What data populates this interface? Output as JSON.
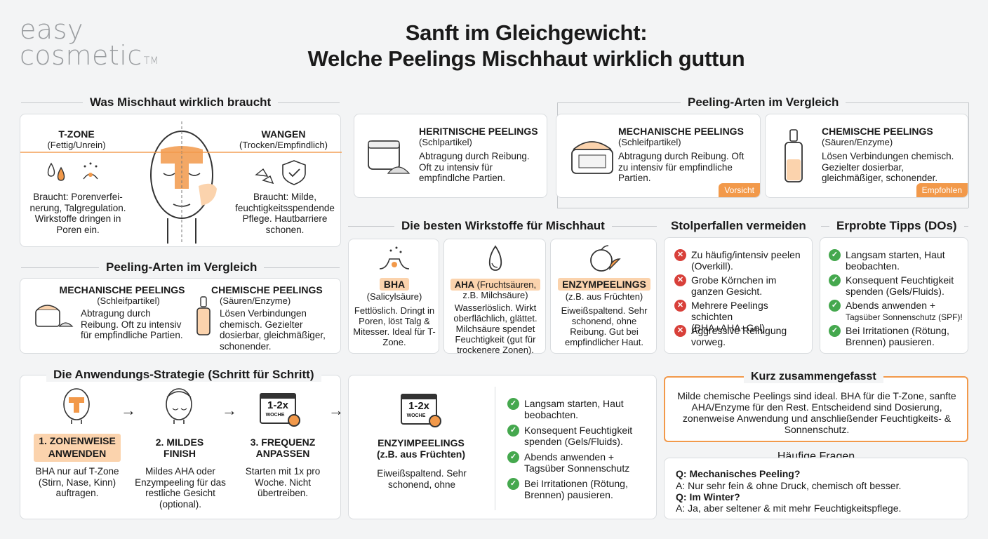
{
  "logo": {
    "line1": "easy",
    "line2": "cosmetic",
    "tm": "TM"
  },
  "title": {
    "line1": "Sanft im Gleichgewicht:",
    "line2": "Welche Peelings Mischhaut wirklich guttun"
  },
  "needs": {
    "title": "Was Mischhaut wirklich braucht",
    "tzone": {
      "title": "T-ZONE",
      "sub": "(Fettig/Unrein)",
      "text": "Braucht: Porenverfei-nerung, Talgregulation. Wirkstoffe dringen in Poren ein."
    },
    "cheeks": {
      "title": "WANGEN",
      "sub": "(Trocken/Empfindlich)",
      "text": "Braucht: Milde, feuchtigkeitsspendende Pflege. Hautbarriere schonen."
    }
  },
  "compare_left": {
    "title": "Peeling-Arten im Vergleich",
    "mech": {
      "title": "MECHANISCHE PEELINGS",
      "sub": "(Schleifpartikel)",
      "text": "Abtragung durch Reibung. Oft zu intensiv für empfindliche Partien."
    },
    "chem": {
      "title": "CHEMISCHE PEELINGS",
      "sub": "(Säuren/Enzyme)",
      "text": "Lösen Verbindungen chemisch. Gezielter dosierbar, gleichmäßiger, schonender."
    }
  },
  "heritnic": {
    "title": "HERITNISCHE PEELINGS",
    "sub": "(Schlpartikel)",
    "text": "Abtragung durch Reibung. Oft zu intensiv für empfindlche Partien."
  },
  "compare_right": {
    "title": "Peeling-Arten im Vergleich",
    "mech": {
      "title": "MECHANISCHE PEELINGS",
      "sub": "(Schleifpartikel)",
      "text": "Abtragung durch Reibung. Oft zu intensiv für empfindliche Partien.",
      "tag": "Vorsicht"
    },
    "chem": {
      "title": "CHEMISCHE PEELINGS",
      "sub": "(Säuren/Enzyme)",
      "text": "Lösen Verbindungen chemisch. Gezielter dosierbar, gleichmäßiger, schonender.",
      "tag": "Empfohlen"
    }
  },
  "actives": {
    "title": "Die besten Wirkstoffe für Mischhaut",
    "bha": {
      "name": "BHA",
      "sub": "(Salicylsäure)",
      "text": "Fettlöslich. Dringt in Poren, löst Talg & Mitesser. Ideal für T-Zone."
    },
    "aha": {
      "name": "AHA",
      "name_rest": " (Fruchtsäuren,",
      "sub": "z.B. Milchsäure)",
      "text": "Wasserlöslich. Wirkt oberflächlich, glättet. Milchsäure spendet Feuchtigkeit (gut für trockenere Zonen)."
    },
    "enzyme": {
      "name": "ENZYMPEELINGS",
      "sub": "(z.B. aus Früchten)",
      "text": "Eiweißspaltend. Sehr schonend, ohne Reibung. Gut bei empfindlicher Haut."
    }
  },
  "pitfalls": {
    "title": "Stolperfallen vermeiden",
    "items": [
      "Zu häufig/intensiv peelen (Overkill).",
      "Grobe Körnchen im ganzen Gesicht.",
      "Mehrere Peelings schichten (BHA+AHA+Gel).",
      "Aggressive Reinigung vorweg."
    ]
  },
  "tips": {
    "title": "Erprobte Tipps (DOs)",
    "items": [
      "Langsam starten, Haut beobachten.",
      "Konsequent Feuchtigkeit spenden (Gels/Fluids).",
      "Abends anwenden +",
      "Tagsüber Sonnenschutz (SPF)!",
      "Bei Irritationen (Rötung, Brennen) pausieren."
    ]
  },
  "strategy": {
    "title": "Die Anwendungs-Strategie (Schritt für Schritt)",
    "steps": [
      {
        "title": "1. ZONENWEISE ANWENDEN",
        "text": "BHA nur auf T-Zone (Stirn, Nase, Kinn) auftragen."
      },
      {
        "title": "2. MILDES FINISH",
        "text": "Mildes AHA oder Enzympeeling für das restliche Gesicht (optional)."
      },
      {
        "title": "3. FREQUENZ ANPASSEN",
        "text": "Starten mit 1x pro Woche. Nicht übertreiben."
      }
    ],
    "calendar": "1-2x",
    "calendar_sub": "WOCHE"
  },
  "enzyme_panel": {
    "title": "ENZYIMPEELINGS",
    "sub": "(z.B. aus Früchten)",
    "text": "Eiweißspaltend. Sehr schonend, ohne",
    "calendar": "1-2x",
    "calendar_sub": "WOCHE",
    "items": [
      "Langsam starten, Haut beobachten.",
      "Konsequent Feuchtigkeit spenden (Gels/Fluids).",
      "Abends anwenden + Tagsüber Sonnenschutz",
      "Bei Irritationen (Rötung, Brennen) pausieren."
    ]
  },
  "summary": {
    "title": "Kurz zusammengefasst",
    "text": "Milde chemische Peelings sind ideal. BHA für die T-Zone, sanfte AHA/Enzyme für den Rest. Entscheidend sind Dosierung, zonenweise Anwendung und anschließender Feuchtigkeits- & Sonnenschutz."
  },
  "faq": {
    "title": "Häufige Fragen",
    "q1": "Q: Mechanisches Peeling?",
    "a1": "A: Nur sehr fein & ohne Druck, chemisch oft besser.",
    "q2": "Q: Im Winter?",
    "a2": "A: Ja, aber seltener & mit mehr Feuchtigkeitspflege."
  },
  "colors": {
    "accent": "#f2994a",
    "highlight": "#fbd3ad",
    "ok": "#45a84e",
    "no": "#d8403a"
  }
}
